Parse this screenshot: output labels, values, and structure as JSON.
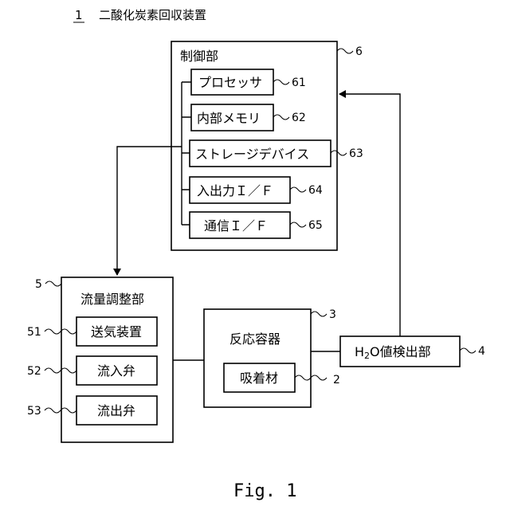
{
  "figure": {
    "ref_number": "1",
    "title": "二酸化炭素回収装置",
    "caption": "Fig. 1"
  },
  "control_unit": {
    "label": "制御部",
    "ref": "6",
    "components": [
      {
        "label": "プロセッサ",
        "ref": "61"
      },
      {
        "label": "内部メモリ",
        "ref": "62"
      },
      {
        "label": "ストレージデバイス",
        "ref": "63"
      },
      {
        "label": "入出力Ｉ／Ｆ",
        "ref": "64"
      },
      {
        "label": "通信Ｉ／Ｆ",
        "ref": "65"
      }
    ]
  },
  "flow_adjuster": {
    "label": "流量調整部",
    "ref": "5",
    "components": [
      {
        "label": "送気装置",
        "ref": "51"
      },
      {
        "label": "流入弁",
        "ref": "52"
      },
      {
        "label": "流出弁",
        "ref": "53"
      }
    ]
  },
  "reaction_vessel": {
    "label": "反応容器",
    "ref": "3",
    "absorbent": {
      "label": "吸着材",
      "ref": "2"
    }
  },
  "h2o_detector": {
    "label_prefix": "H",
    "label_subscript": "2",
    "label_suffix": "O値検出部",
    "ref": "4"
  }
}
